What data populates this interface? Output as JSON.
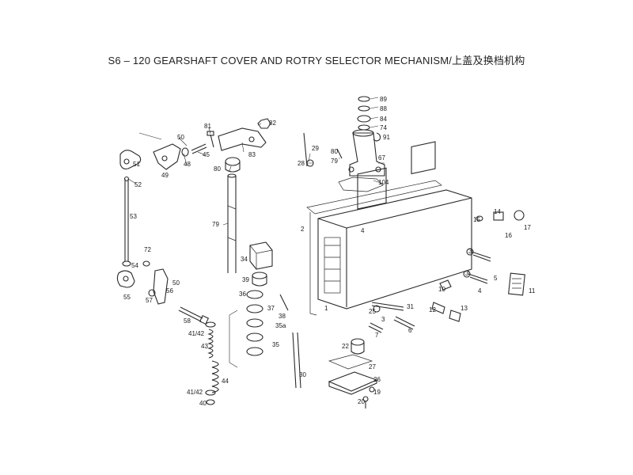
{
  "title": "S6 – 120 GEARSHAFT COVER AND ROTRY SELECTOR MECHANISM/上盖及换档机构",
  "part_numbers": {
    "p1": "1",
    "p2": "2",
    "p3": "3",
    "p3b": "3",
    "p3c": "3",
    "p4": "4",
    "p5": "5",
    "p6": "6",
    "p7": "7",
    "p10": "10",
    "p11": "11",
    "p12": "12",
    "p13": "13",
    "p14": "14",
    "p15": "15",
    "p16": "16",
    "p17": "17",
    "p19": "19",
    "p20": "20",
    "p22": "22",
    "p25": "25",
    "p26": "26",
    "p27": "27",
    "p28": "28",
    "p29": "29",
    "p30": "30",
    "p31": "31",
    "p34": "34",
    "p35": "35",
    "p35a": "35a",
    "p36": "36",
    "p37": "37",
    "p38": "38",
    "p39": "39",
    "p40": "40",
    "p41_42a": "41/42",
    "p41_42b": "41/42",
    "p43": "43",
    "p44": "44",
    "p45": "45",
    "p48": "48",
    "p49": "49",
    "p50a": "50",
    "p50b": "50",
    "p51": "51",
    "p52": "52",
    "p53": "53",
    "p54": "54",
    "p55": "55",
    "p56": "56",
    "p57": "57",
    "p58": "58",
    "p67": "67",
    "p72": "72",
    "p74": "74",
    "p79a": "79",
    "p79b": "79",
    "p80a": "80",
    "p80b": "80",
    "p81": "81",
    "p82": "82",
    "p83": "83",
    "p84": "84",
    "p88": "88",
    "p89": "89",
    "p91": "91",
    "p104": "104"
  }
}
